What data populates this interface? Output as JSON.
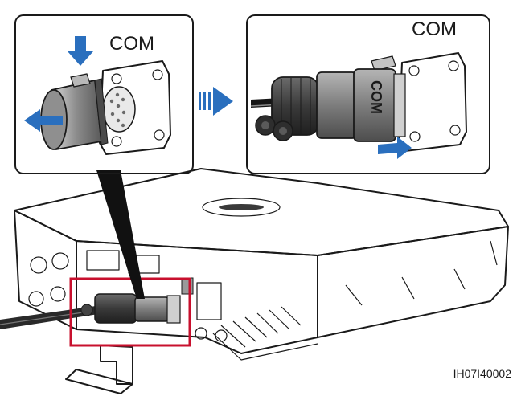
{
  "panel_left": {
    "label": "COM"
  },
  "panel_right": {
    "label": "COM",
    "connector_text": "COM"
  },
  "figure_code": "IH07I40002",
  "colors": {
    "arrow": "#2a6fbe",
    "highlight": "#c8102e",
    "outline": "#1a1a1a",
    "dark_part": "#3a3a3a",
    "mid_part": "#8a8a8a",
    "light_part": "#d6d6d6",
    "device_body": "#f7f7f7"
  },
  "icons": [
    "arrow-down-icon",
    "arrow-left-icon",
    "arrow-right-icon",
    "triple-bar-arrow-icon"
  ]
}
